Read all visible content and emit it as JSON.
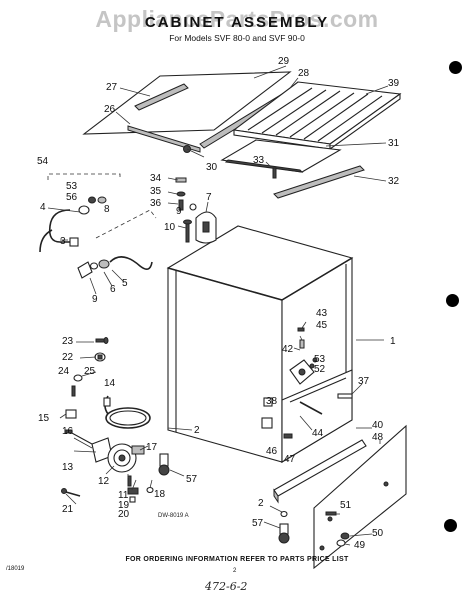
{
  "header": {
    "watermark": "AppliancePartsPros.com",
    "title": "CABINET ASSEMBLY",
    "subtitle": "For Models SVF 80-0 and SVF 90-0"
  },
  "footer": {
    "ordering_note": "FOR ORDERING INFORMATION REFER TO PARTS PRICE LIST",
    "doc_code": "/18019",
    "page_number": "2",
    "handwritten_note": "472-6-2",
    "figure_code": "DW-8019 A"
  },
  "callouts": [
    "27",
    "29",
    "28",
    "39",
    "26",
    "31",
    "30",
    "33",
    "32",
    "54",
    "53",
    "56",
    "8",
    "34",
    "35",
    "36",
    "9",
    "7",
    "4",
    "3",
    "10",
    "6",
    "5",
    "9",
    "43",
    "45",
    "1",
    "42",
    "53",
    "52",
    "23",
    "22",
    "25",
    "24",
    "14",
    "37",
    "38",
    "15",
    "44",
    "46",
    "47",
    "40",
    "48",
    "16",
    "17",
    "13",
    "2",
    "12",
    "11",
    "19",
    "18",
    "20",
    "57",
    "21",
    "51",
    "2",
    "57",
    "50",
    "49"
  ],
  "legend_marks": {
    "color": "#000000"
  }
}
